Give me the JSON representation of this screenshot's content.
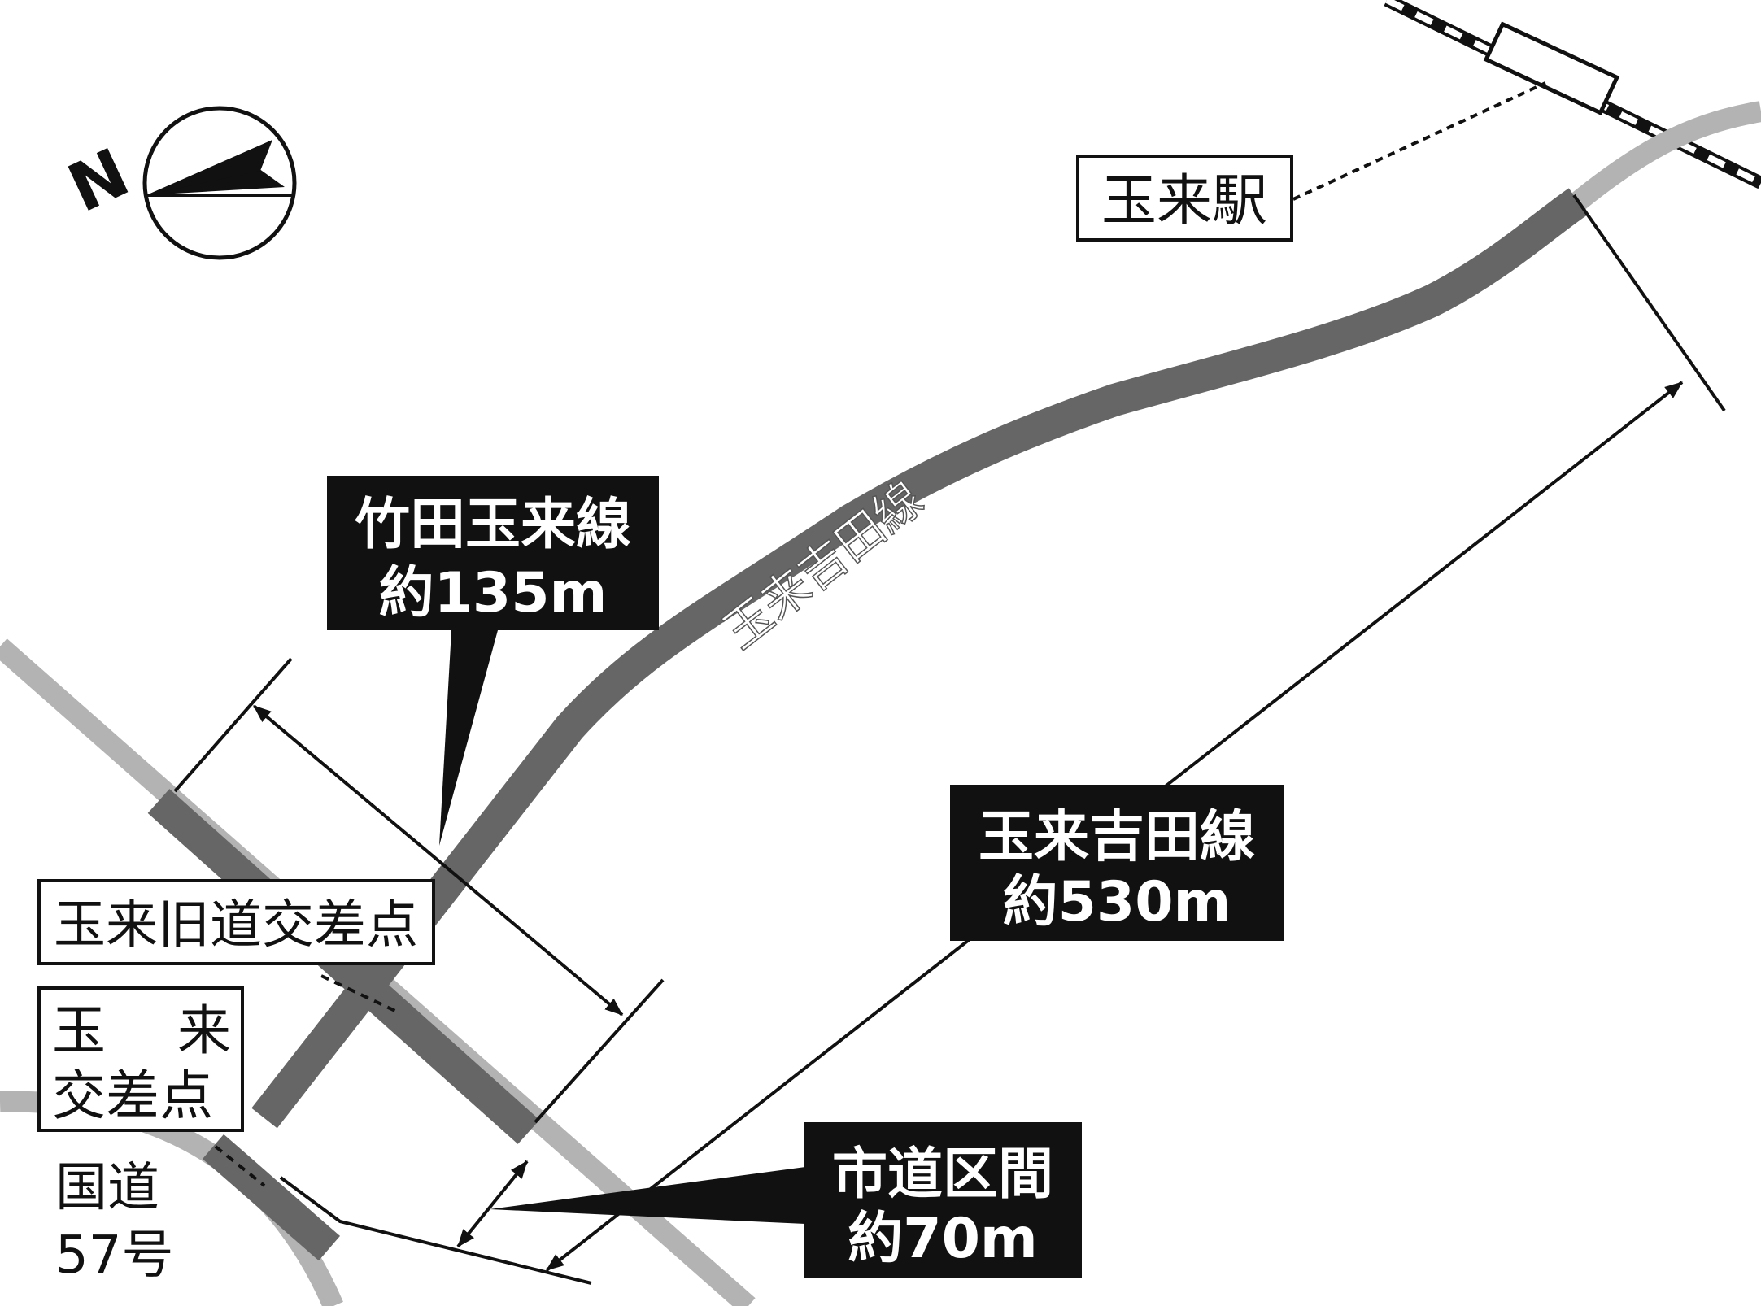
{
  "colors": {
    "background": "#ffffff",
    "road_light": "#b3b3b3",
    "road_highlight": "#666666",
    "ink": "#111111",
    "label_dark_bg": "#111111",
    "label_dark_text": "#ffffff"
  },
  "compass": {
    "letter": "N"
  },
  "station": {
    "name": "玉来駅"
  },
  "road_label": "玉来吉田線",
  "callouts": {
    "takeda": {
      "line1": "竹田玉来線",
      "line2": "約135m"
    },
    "tamarai_yoshida": {
      "line1": "玉来吉田線",
      "line2": "約530m"
    },
    "city_road": {
      "line1": "市道区間",
      "line2": "約70m"
    }
  },
  "intersections": {
    "old_road": "玉来旧道交差点",
    "tamarai_a": "玉",
    "tamarai_b": "来",
    "tamarai_line2": "交差点"
  },
  "national_road": {
    "line1": "国道",
    "line2": "57号"
  }
}
